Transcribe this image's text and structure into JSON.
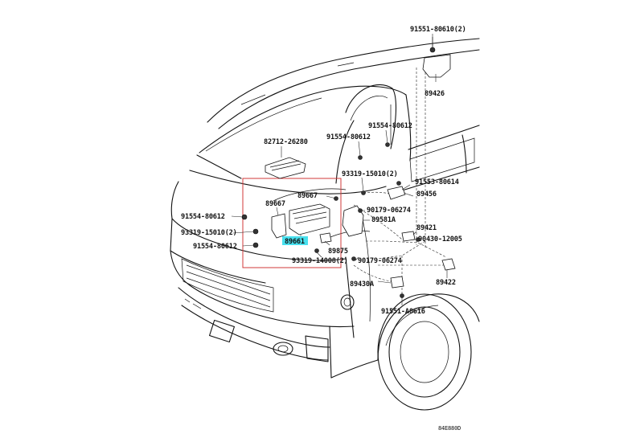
{
  "diagram": {
    "highlight_color": "#48e0ee",
    "box_color": "#d23a3a",
    "callouts": [
      {
        "id": "c1",
        "text": "91551-80610(2)"
      },
      {
        "id": "c2",
        "text": "89426"
      },
      {
        "id": "c3",
        "text": "91554-80612"
      },
      {
        "id": "c4",
        "text": "91554-80612"
      },
      {
        "id": "c5",
        "text": "82712-26280"
      },
      {
        "id": "c6",
        "text": "93319-15010(2)"
      },
      {
        "id": "c7",
        "text": "91553-80614"
      },
      {
        "id": "c8",
        "text": "89667"
      },
      {
        "id": "c9",
        "text": "89456"
      },
      {
        "id": "c10",
        "text": "89667"
      },
      {
        "id": "c11",
        "text": "90179-06274"
      },
      {
        "id": "c12",
        "text": "91554-80612"
      },
      {
        "id": "c13",
        "text": "89581A"
      },
      {
        "id": "c14",
        "text": "89421"
      },
      {
        "id": "c15",
        "text": "93319-15010(2)"
      },
      {
        "id": "c16",
        "text": "90430-12005"
      },
      {
        "id": "c17",
        "text": "89661"
      },
      {
        "id": "c18",
        "text": "91554-80612"
      },
      {
        "id": "c19",
        "text": "89875"
      },
      {
        "id": "c20",
        "text": "93319-14008(2)"
      },
      {
        "id": "c21",
        "text": "90179-06274"
      },
      {
        "id": "c22",
        "text": "89422"
      },
      {
        "id": "c23",
        "text": "89430A"
      },
      {
        "id": "c24",
        "text": "91551-A0616"
      },
      {
        "id": "c25",
        "text": "84E880D"
      }
    ]
  }
}
